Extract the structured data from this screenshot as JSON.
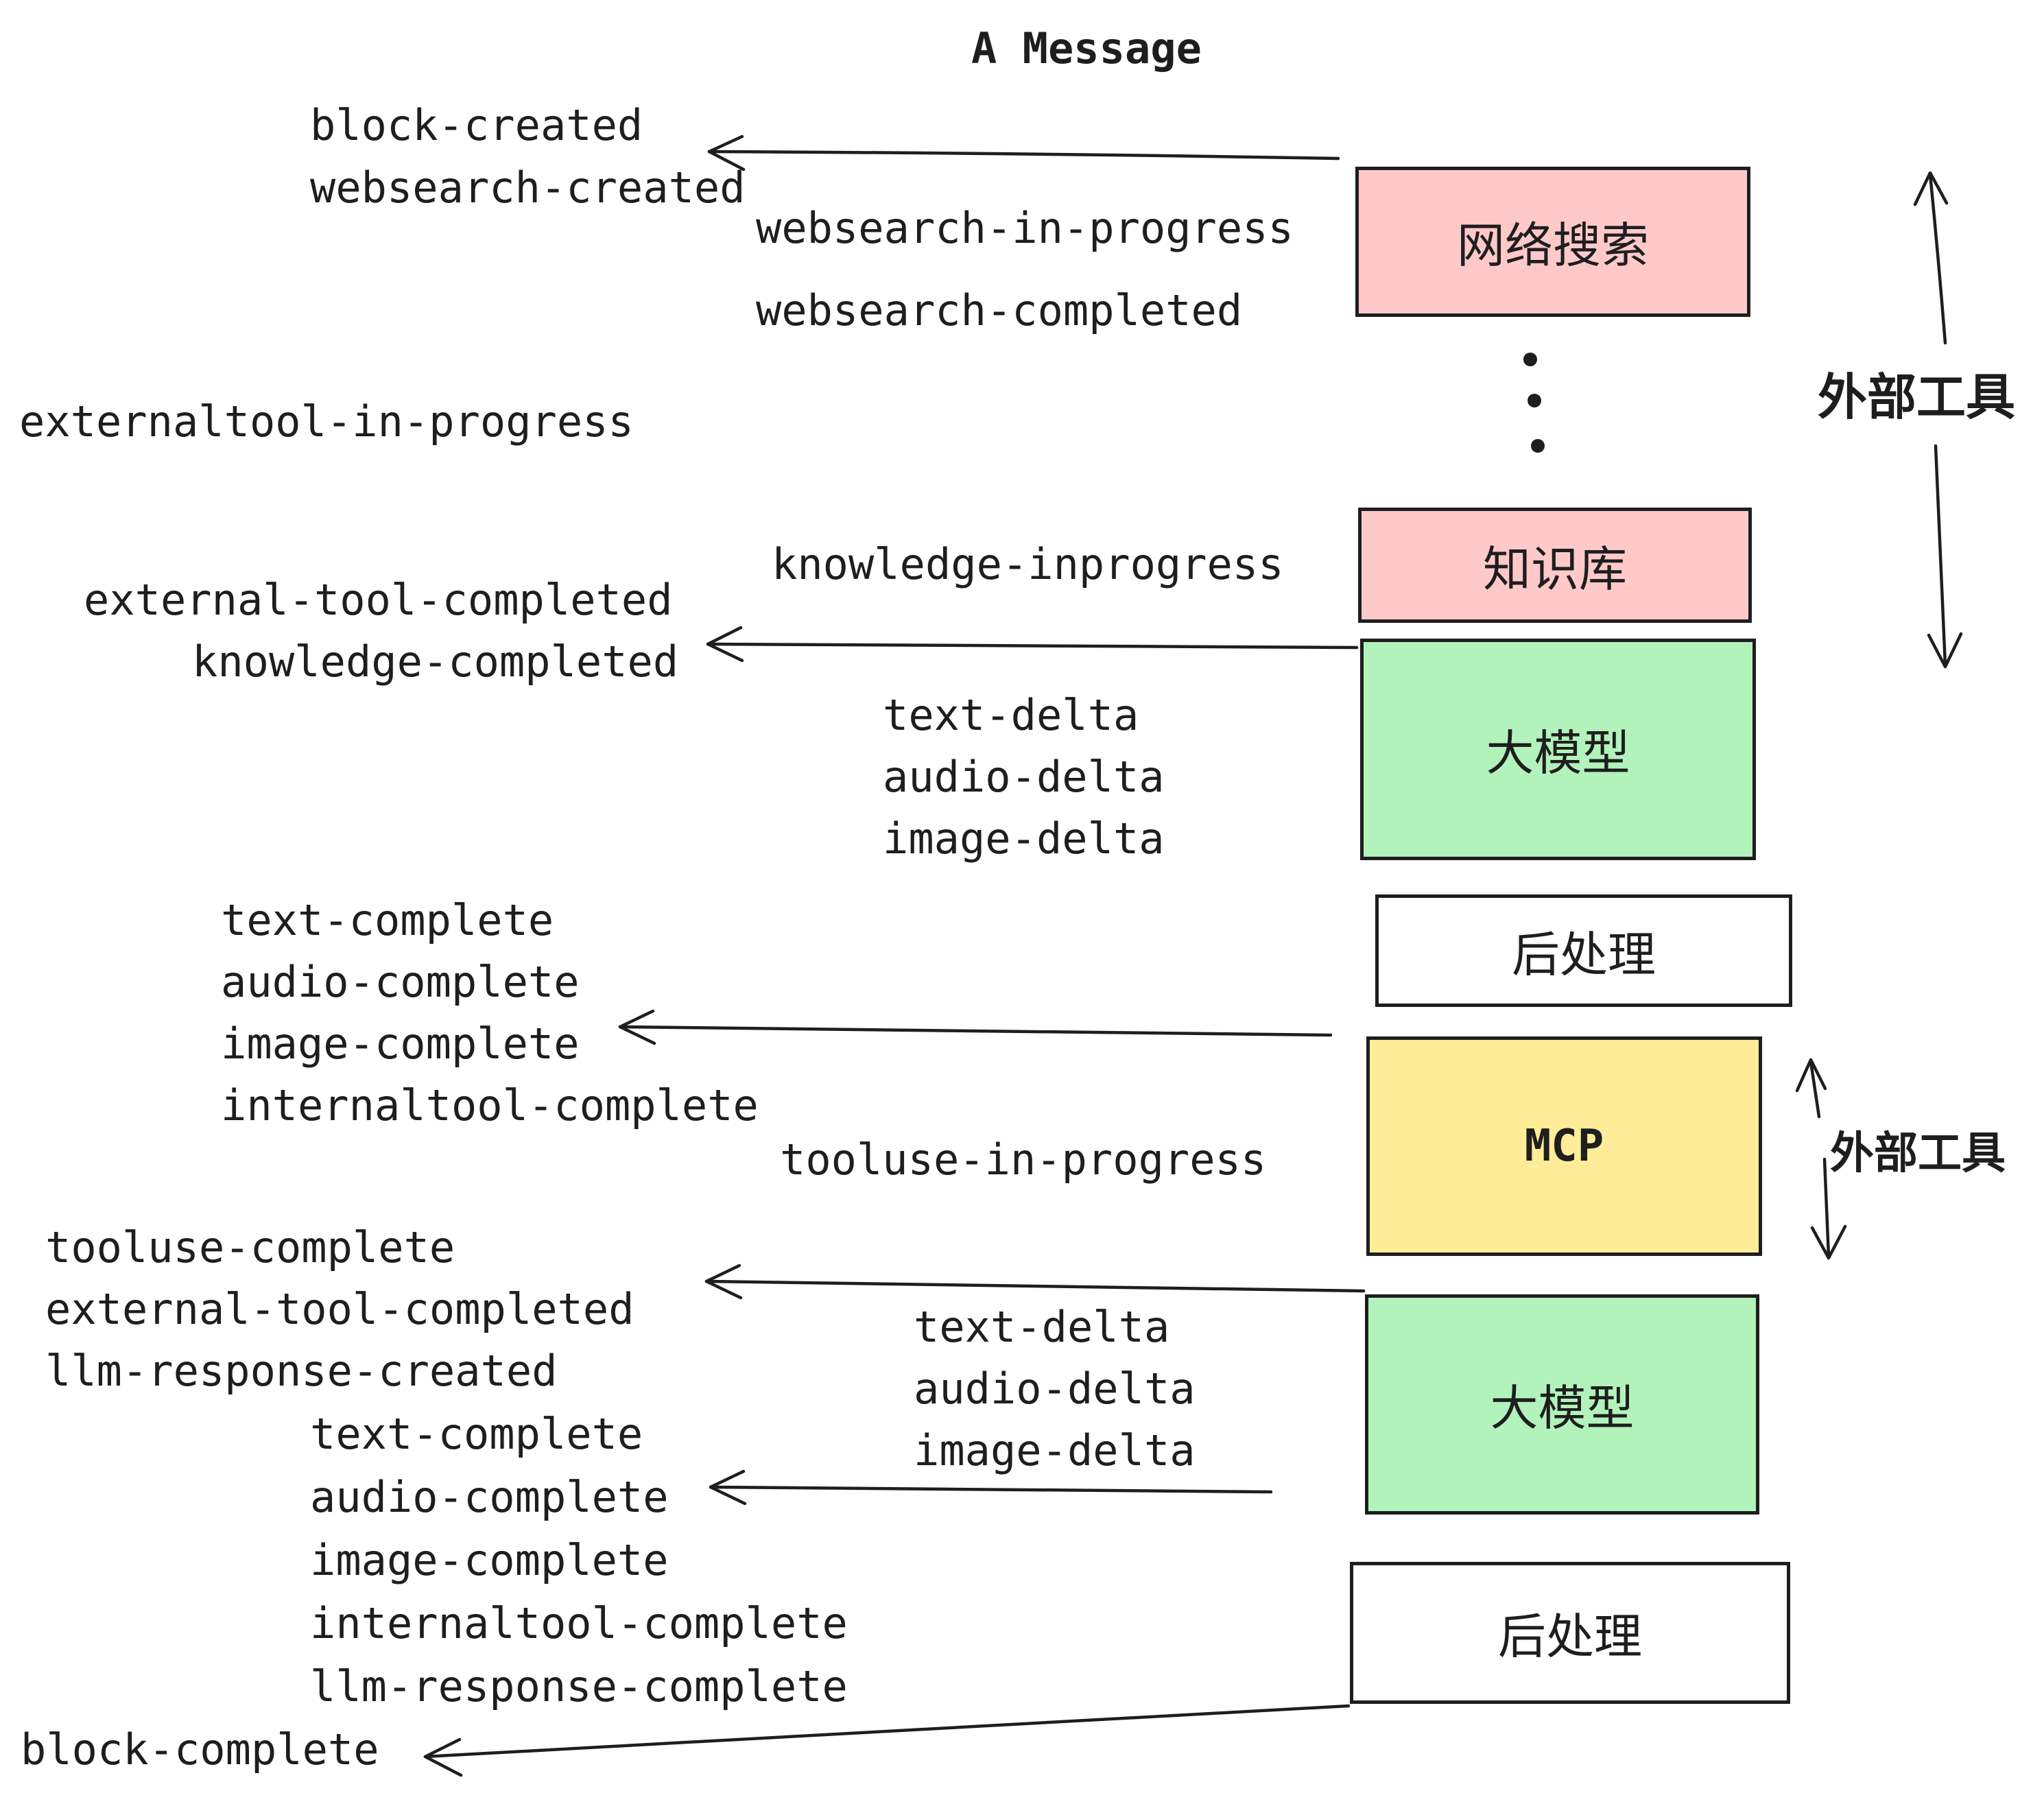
{
  "title": "A Message",
  "labels": {
    "block_created": "block-created",
    "websearch_created": "websearch-created",
    "websearch_in_progress": "websearch-in-progress",
    "websearch_completed": "websearch-completed",
    "externaltool_in_progress": "externaltool-in-progress",
    "knowledge_inprogress": "knowledge-inprogress",
    "external_tool_completed": "external-tool-completed",
    "knowledge_completed": "knowledge-completed",
    "text_delta": "text-delta",
    "audio_delta": "audio-delta",
    "image_delta": "image-delta",
    "text_complete": "text-complete",
    "audio_complete": "audio-complete",
    "image_complete": "image-complete",
    "internaltool_complete": "internaltool-complete",
    "tooluse_in_progress": "tooluse-in-progress",
    "tooluse_complete": "tooluse-complete",
    "llm_response_created": "llm-response-created",
    "llm_response_complete": "llm-response-complete",
    "block_complete": "block-complete"
  },
  "boxes": {
    "websearch": {
      "label": "网络搜索",
      "fill": "#ffc9c9"
    },
    "knowledge": {
      "label": "知识库",
      "fill": "#ffc9c9"
    },
    "llm1": {
      "label": "大模型",
      "fill": "#b2f2bb"
    },
    "post1": {
      "label": "后处理",
      "fill": "#ffffff"
    },
    "mcp": {
      "label": "MCP",
      "fill": "#ffec99"
    },
    "llm2": {
      "label": "大模型",
      "fill": "#b2f2bb"
    },
    "post2": {
      "label": "后处理",
      "fill": "#ffffff"
    }
  },
  "side_labels": {
    "external_tools_top": "外部工具",
    "external_tools_mcp": "外部工具"
  },
  "colors": {
    "ink": "#1e1e1e",
    "box_pink": "#ffc9c9",
    "box_green": "#b2f2bb",
    "box_yellow": "#ffec99",
    "box_white": "#ffffff",
    "background": "#ffffff"
  }
}
